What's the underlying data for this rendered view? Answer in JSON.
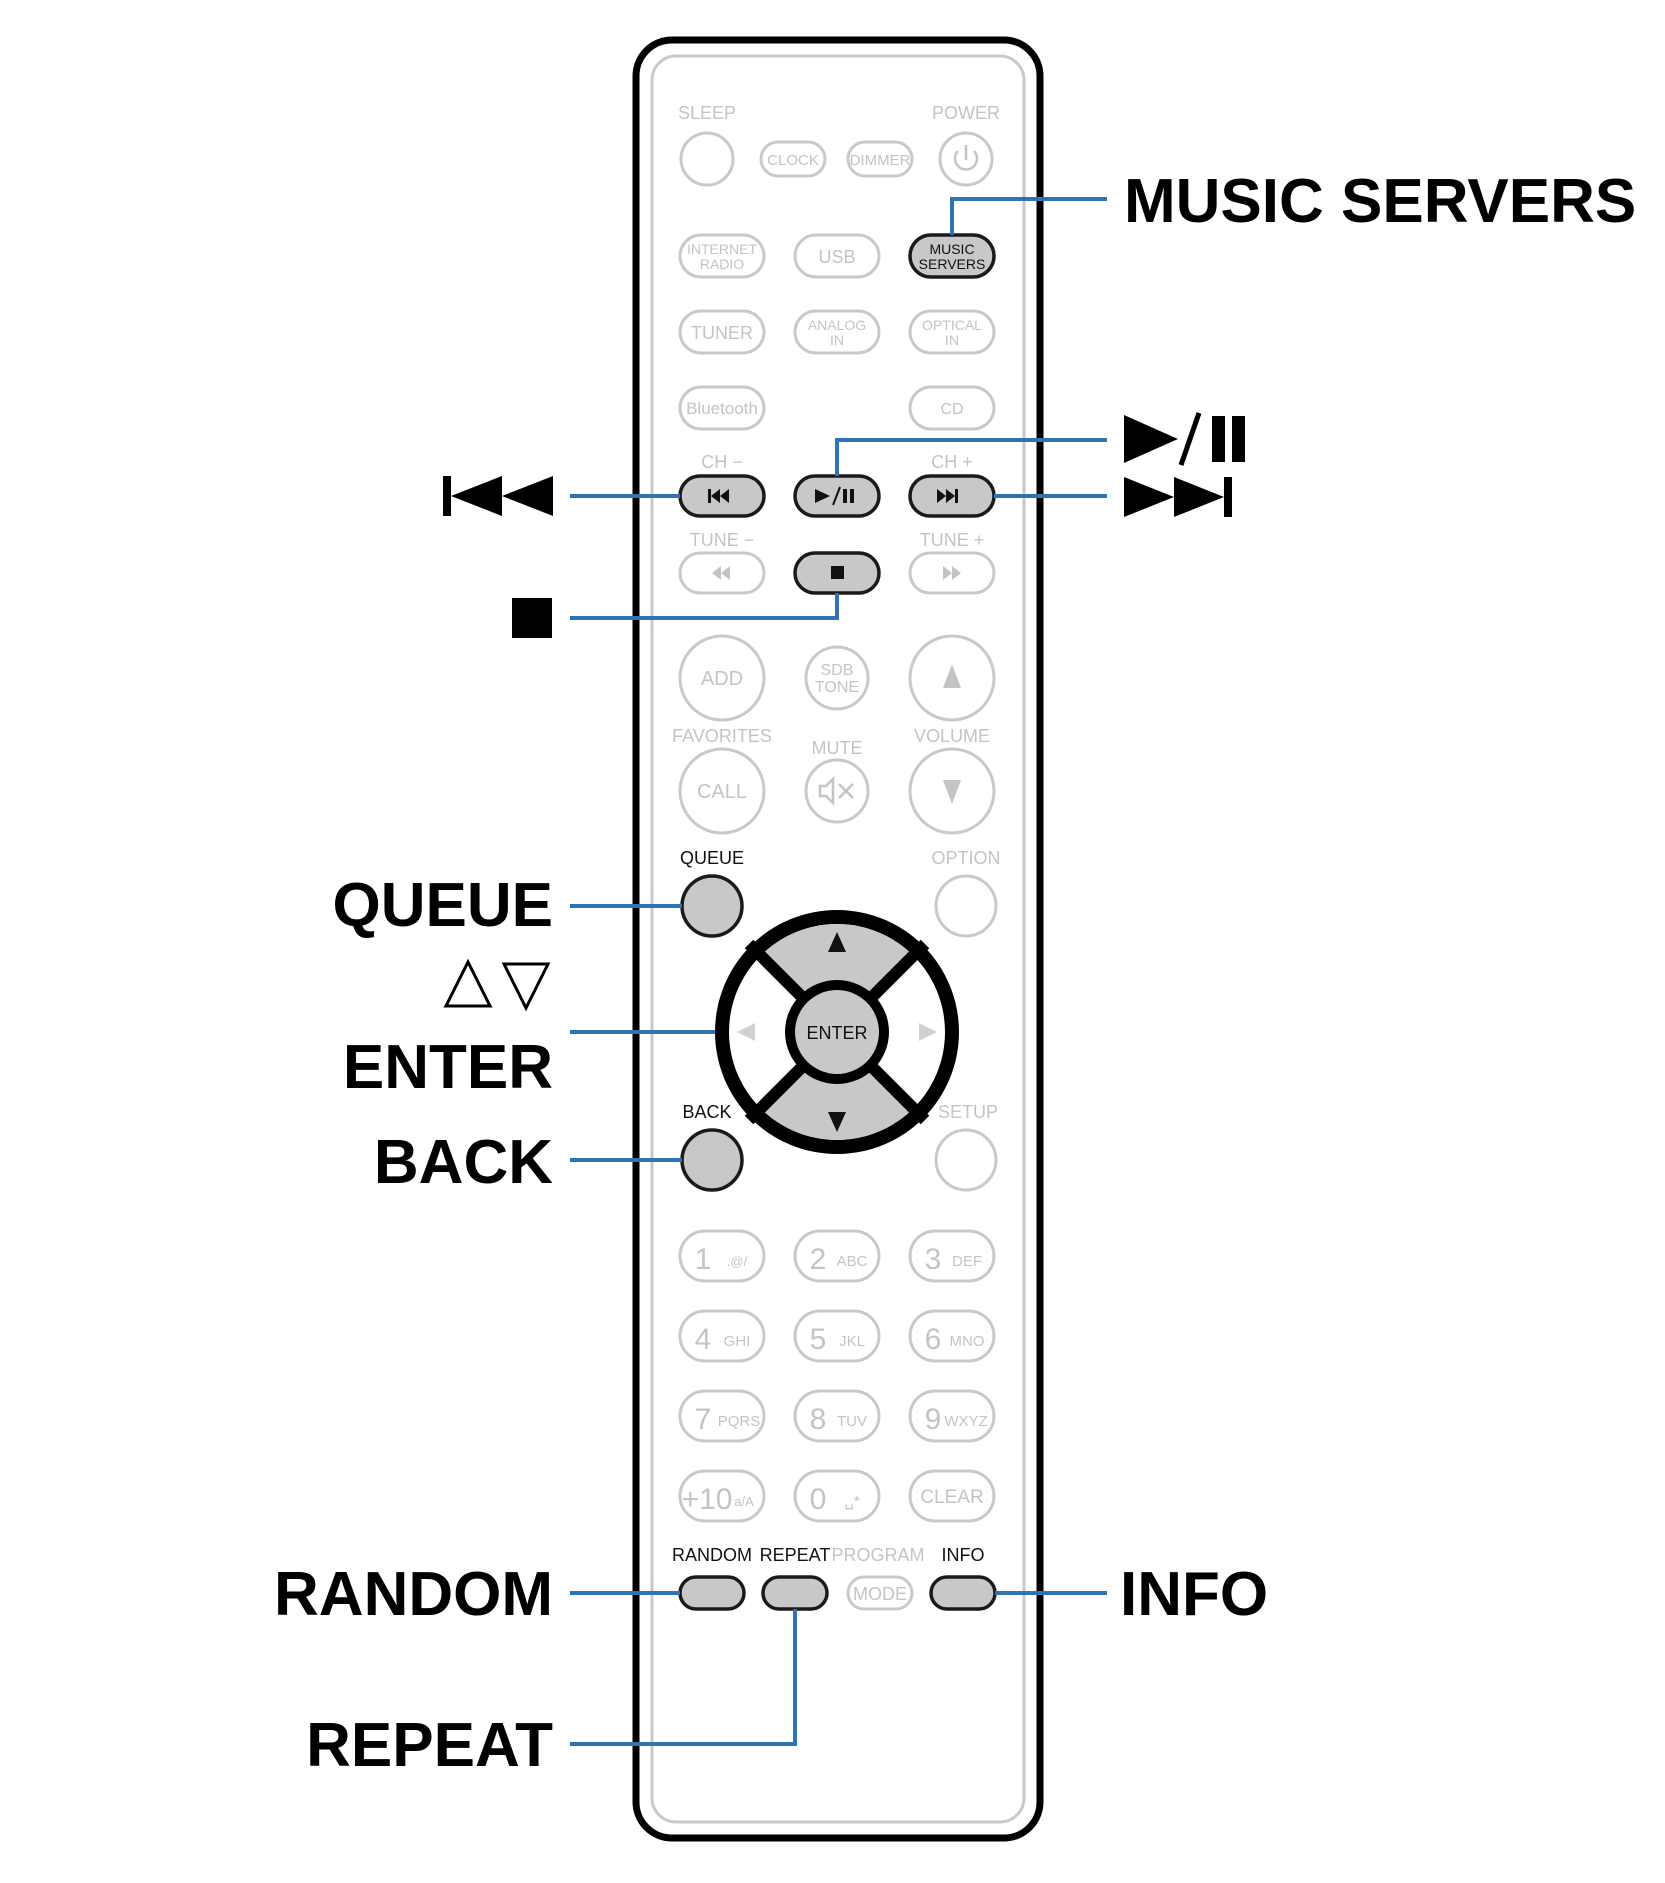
{
  "remote": {
    "top": {
      "sleep": "SLEEP",
      "power": "POWER",
      "clock": "CLOCK",
      "dimmer": "DIMMER"
    },
    "sources": {
      "internet_radio_1": "INTERNET",
      "internet_radio_2": "RADIO",
      "usb": "USB",
      "music_servers_1": "MUSIC",
      "music_servers_2": "SERVERS",
      "tuner": "TUNER",
      "analog_in_1": "ANALOG",
      "analog_in_2": "IN",
      "optical_in_1": "OPTICAL",
      "optical_in_2": "IN",
      "bluetooth": "Bluetooth",
      "cd": "CD"
    },
    "transport": {
      "ch_minus": "CH −",
      "ch_plus": "CH +",
      "tune_minus": "TUNE −",
      "tune_plus": "TUNE +"
    },
    "misc": {
      "add": "ADD",
      "sdb_1": "SDB",
      "sdb_2": "TONE",
      "favorites": "FAVORITES",
      "call": "CALL",
      "mute": "MUTE",
      "volume": "VOLUME",
      "queue": "QUEUE",
      "option": "OPTION",
      "enter": "ENTER",
      "back": "BACK",
      "setup": "SETUP"
    },
    "keypad": [
      {
        "num": "1",
        "sub": ".@/"
      },
      {
        "num": "2",
        "sub": "ABC"
      },
      {
        "num": "3",
        "sub": "DEF"
      },
      {
        "num": "4",
        "sub": "GHI"
      },
      {
        "num": "5",
        "sub": "JKL"
      },
      {
        "num": "6",
        "sub": "MNO"
      },
      {
        "num": "7",
        "sub": "PQRS"
      },
      {
        "num": "8",
        "sub": "TUV"
      },
      {
        "num": "9",
        "sub": "WXYZ"
      },
      {
        "num": "+10",
        "sub": "a/A"
      },
      {
        "num": "0",
        "sub": "␣*"
      },
      {
        "num": "CLEAR",
        "sub": ""
      }
    ],
    "bottom": {
      "random": "RANDOM",
      "repeat": "REPEAT",
      "program": "PROGRAM",
      "mode": "MODE",
      "info": "INFO"
    }
  },
  "callouts": {
    "music_servers": "MUSIC SERVERS",
    "play_pause": "▶/❚❚",
    "prev": "❙◀◀",
    "next": "▶▶❙",
    "stop": "■",
    "queue": "QUEUE",
    "cursor": "△▽",
    "enter": "ENTER",
    "back": "BACK",
    "random": "RANDOM",
    "info": "INFO",
    "repeat": "REPEAT"
  },
  "colors": {
    "leader_line": "#2e74b5",
    "highlight": "#c8c8c8",
    "faded": "#c4c4c4"
  }
}
